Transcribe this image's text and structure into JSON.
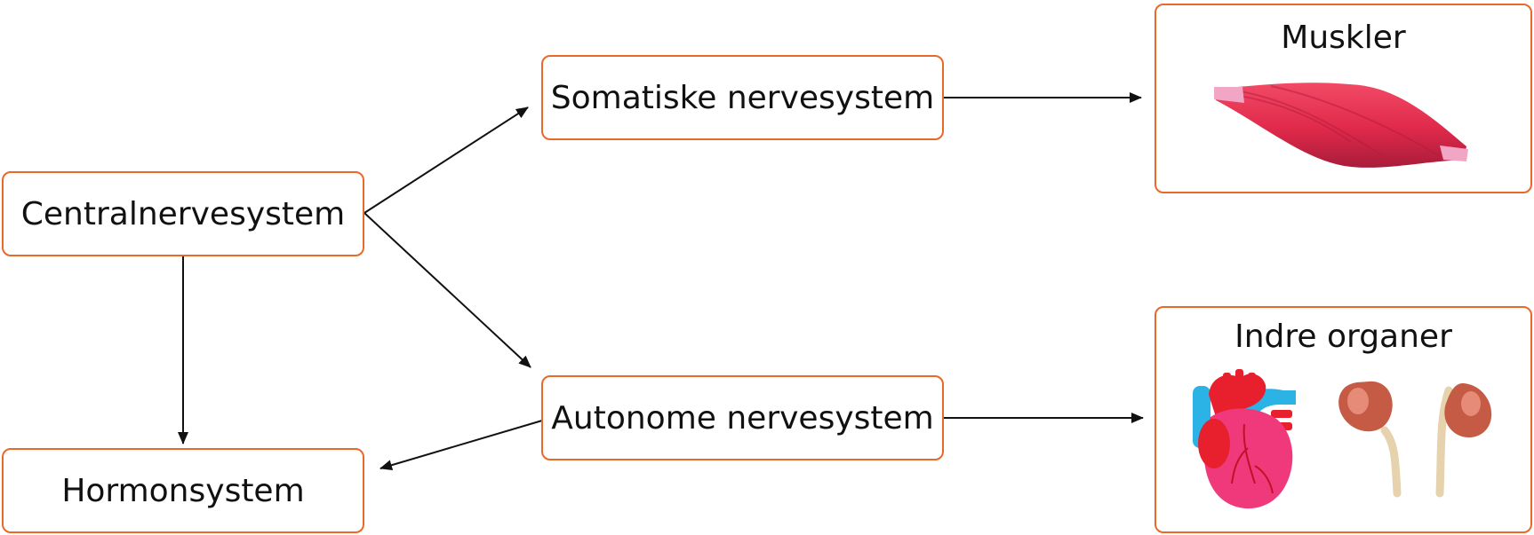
{
  "diagram": {
    "nodes": {
      "central": "Centralnervesystem",
      "somatic": "Somatiske nervesystem",
      "autonomic": "Autonome nervesystem",
      "hormone": "Hormonsystem",
      "muscles": "Muskler",
      "organs": "Indre organer"
    },
    "edges": [
      {
        "from": "central",
        "to": "somatic"
      },
      {
        "from": "central",
        "to": "autonomic"
      },
      {
        "from": "central",
        "to": "hormone"
      },
      {
        "from": "somatic",
        "to": "muscles"
      },
      {
        "from": "autonomic",
        "to": "organs"
      },
      {
        "from": "autonomic",
        "to": "hormone"
      }
    ],
    "colors": {
      "border": "#e8692a",
      "arrow": "#111111",
      "muscle": "#e8304f",
      "heart": "#f0397a",
      "vessel_blue": "#2bb3e6",
      "kidney": "#c55a45",
      "ureter": "#e6d3ad"
    },
    "icons": [
      "muscle-illustration",
      "heart-illustration",
      "kidney-illustration"
    ]
  }
}
